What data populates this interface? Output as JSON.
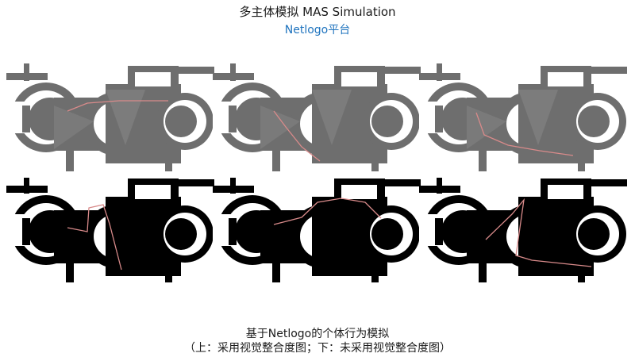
{
  "header": {
    "title": "多主体模拟 MAS Simulation",
    "subtitle": "Netlogo平台"
  },
  "panels": {
    "top": {
      "fill": "#6e6e6e",
      "shade": "#858585",
      "lines": [
        [
          [
            85,
            140
          ],
          [
            110,
            130
          ],
          [
            150,
            127
          ],
          [
            212,
            127
          ]
        ],
        [
          [
            345,
            140
          ],
          [
            360,
            160
          ],
          [
            380,
            185
          ],
          [
            403,
            203
          ]
        ],
        [
          [
            600,
            142
          ],
          [
            610,
            170
          ],
          [
            640,
            183
          ],
          [
            680,
            190
          ],
          [
            722,
            196
          ]
        ]
      ]
    },
    "bottom": {
      "fill": "#000000",
      "shade": "#000000",
      "lines": [
        [
          [
            85,
            287
          ],
          [
            110,
            292
          ],
          [
            112,
            262
          ],
          [
            130,
            258
          ],
          [
            138,
            282
          ],
          [
            153,
            340
          ]
        ],
        [
          [
            345,
            283
          ],
          [
            380,
            274
          ],
          [
            400,
            255
          ],
          [
            430,
            250
          ],
          [
            460,
            255
          ],
          [
            480,
            275
          ]
        ],
        [
          [
            612,
            302
          ],
          [
            645,
            270
          ],
          [
            660,
            252
          ],
          [
            650,
            322
          ],
          [
            670,
            328
          ],
          [
            745,
            336
          ]
        ]
      ]
    },
    "path_color": "#d88a8a"
  },
  "caption": {
    "line1": "基于Netlogo的个体行为模拟",
    "line2": "（上：采用视觉整合度图；下：未采用视觉整合度图）"
  }
}
